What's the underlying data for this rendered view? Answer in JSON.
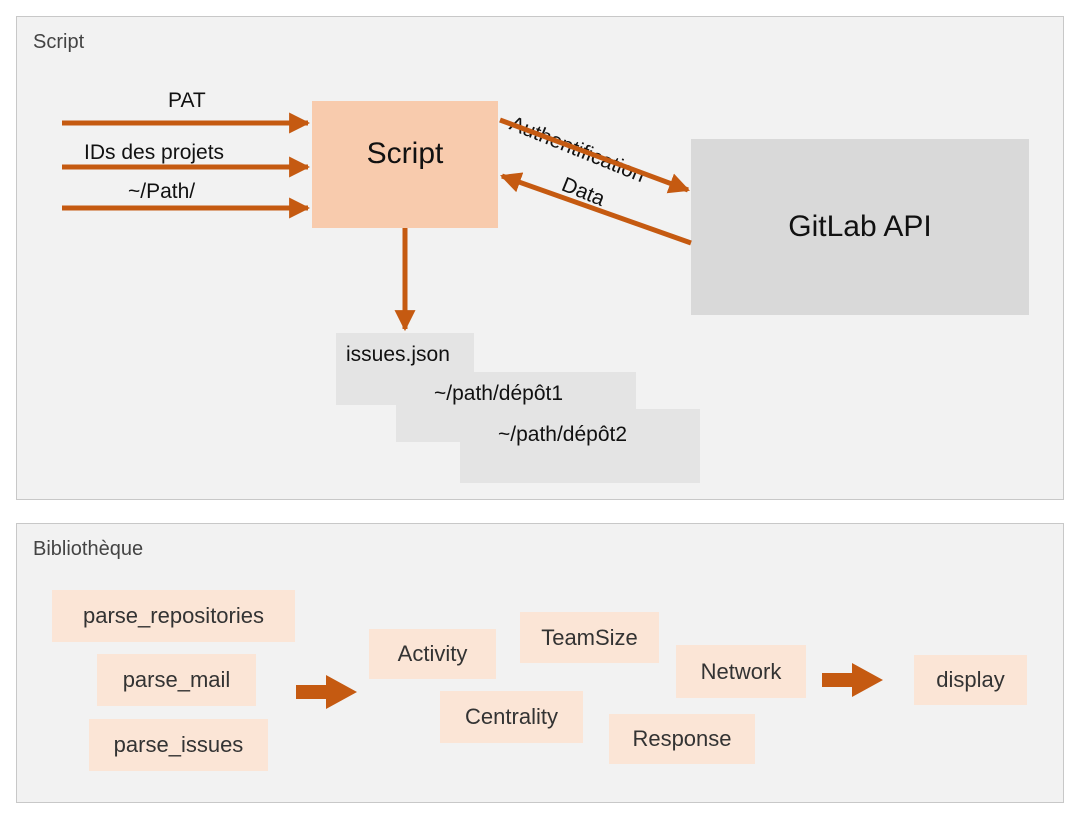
{
  "panels": {
    "script_title": "Script",
    "library_title": "Bibliothèque"
  },
  "script_panel": {
    "inputs": [
      "PAT",
      "IDs des projets",
      "~/Path/"
    ],
    "script_box": "Script",
    "api_box": "GitLab API",
    "auth_label": "Authentification",
    "data_label": "Data",
    "outputs": [
      "issues.json",
      "~/path/dépôt1",
      "~/path/dépôt2"
    ]
  },
  "library_panel": {
    "parsers": [
      "parse_repositories",
      "parse_mail",
      "parse_issues"
    ],
    "metrics": [
      "Activity",
      "TeamSize",
      "Network",
      "Centrality",
      "Response"
    ],
    "display": "display"
  },
  "colors": {
    "arrow": "#c55a11",
    "script_box": "#f8cbad",
    "api_box": "#d9d9d9",
    "library_box": "#fbe5d6",
    "panel_background": "#f2f2f2"
  }
}
